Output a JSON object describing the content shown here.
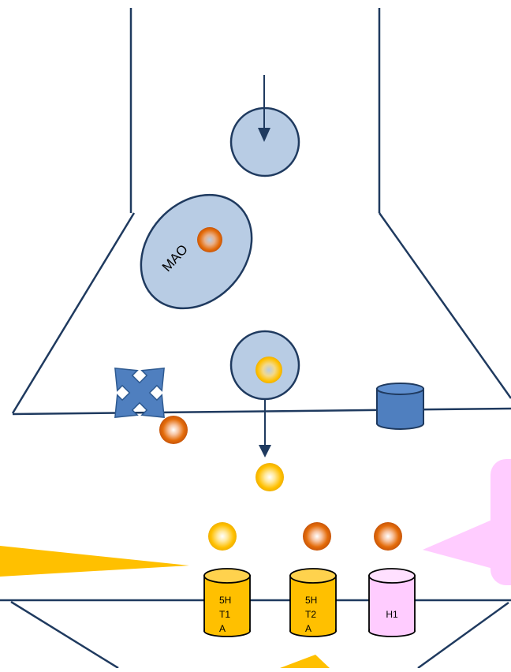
{
  "labels": {
    "enzyme": "MAO",
    "receptor_1": [
      "5H",
      "T1",
      "A"
    ],
    "receptor_2": [
      "5H",
      "T2",
      "A"
    ],
    "receptor_3": "H1"
  },
  "colors": {
    "membrane_line": "#1f3a5f",
    "vesicle_fill": "#b8cce4",
    "vesicle_stroke": "#1f3a5f",
    "transporter_blue": "#4f7fbf",
    "serotonin_receptor": "#ffc000",
    "histamine_receptor": "#ffccff",
    "orange_molecule": "#e46c0a",
    "yellow_molecule": "#ffc000",
    "pink_callout": "#ffccff",
    "yellow_callout": "#ffc000"
  }
}
